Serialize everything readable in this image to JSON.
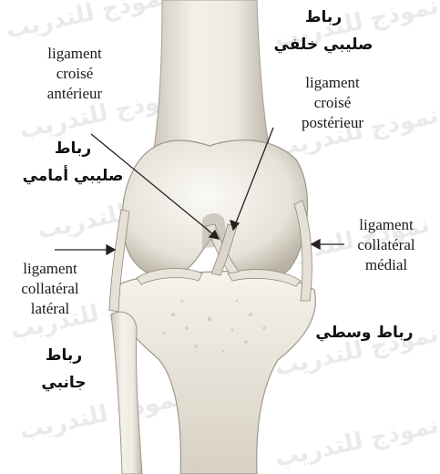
{
  "labels": {
    "acl_fr": "ligament\ncroisé\nantérieur",
    "acl_ar": "رباط\nصليبي أمامي",
    "pcl_fr": "ligament\ncroisé\npostérieur",
    "pcl_ar": "رباط\nصليبي خلفي",
    "lcl_fr": "ligament\ncollatéral\nlatéral",
    "lcl_ar": "رباط\nجانبي",
    "mcl_fr": "ligament\ncollatéral\nmédial",
    "mcl_ar": "رباط وسطي"
  },
  "watermark": "نموذج للتدريب",
  "colors": {
    "bone_light": "#f4f1ea",
    "bone_shadow": "#c9c2b6",
    "ligament": "#e6e1d6",
    "arrow": "#222222"
  }
}
